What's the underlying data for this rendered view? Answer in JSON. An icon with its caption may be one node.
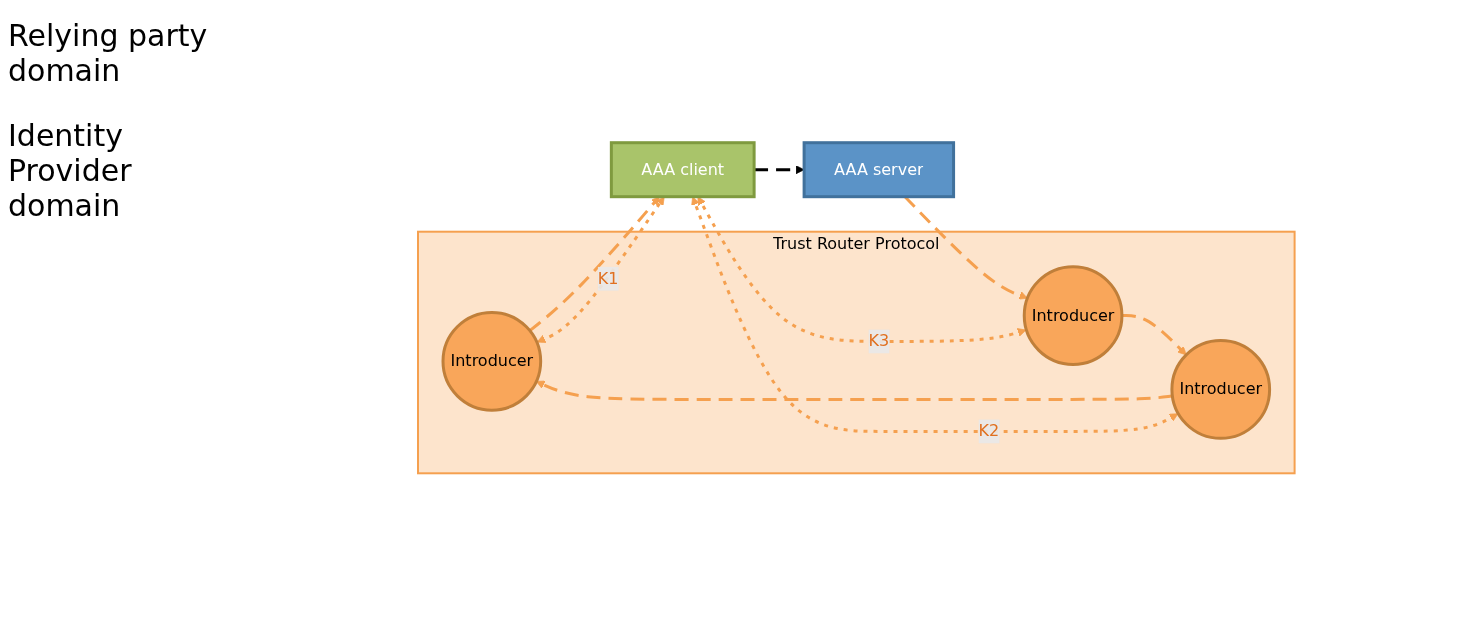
{
  "diagram": {
    "nodes": [
      {
        "text": [
          "Trust Router Protocol"
        ]
      },
      {
        "text": [
          "Introducer"
        ],
        "in": 0
      },
      {
        "text": [
          "Introducer"
        ],
        "in": 0
      },
      {
        "text": [
          "Introducer"
        ],
        "in": 0
      },
      {
        "text": [
          "AAA client"
        ]
      },
      {
        "text": [
          "AAA server"
        ]
      }
    ],
    "edges": [
      {
        "from": 5,
        "to": 3,
        "arrow": "to",
        "style": "dashed"
      },
      {
        "from": 3,
        "to": 2,
        "arrow": "to",
        "style": "dashed"
      },
      {
        "from": 2,
        "to": 1,
        "arrow": "to",
        "style": "dashed"
      },
      {
        "from": 1,
        "to": 4,
        "arrow": "to",
        "style": "dashed"
      },
      {
        "from": 1,
        "to": 4,
        "arrow": "both",
        "style": "dashed",
        "label": "K1"
      },
      {
        "from": 2,
        "to": 4,
        "arrow": "both",
        "style": "dashed",
        "label": "K2"
      },
      {
        "from": 3,
        "to": 4,
        "arrow": "both",
        "style": "dashed",
        "label": "K3"
      },
      {
        "from": 4,
        "to": 5,
        "arrow": "to",
        "style": "dashed",
        "color": "#000000"
      }
    ],
    "labels": [
      "Relying party domain",
      "Identity Provider domain"
    ]
  }
}
